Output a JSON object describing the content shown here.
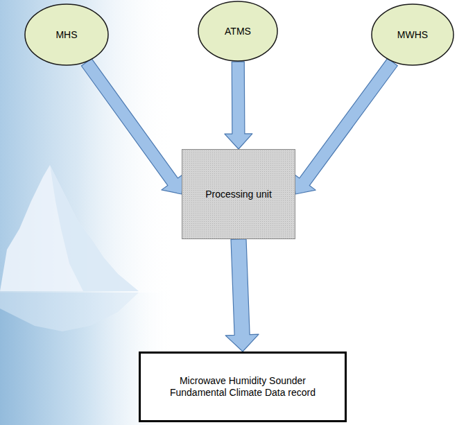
{
  "diagram": {
    "nodes": [
      {
        "text": [
          "MHS"
        ]
      },
      {
        "text": [
          "ATMS"
        ]
      },
      {
        "text": [
          "MWHS"
        ]
      },
      {
        "text": [
          "Processing unit"
        ]
      },
      {
        "text": [
          "Microwave Humidity Sounder Fundamental Climate Data record"
        ]
      }
    ],
    "edges": [
      {
        "from": 0,
        "to": 3,
        "arrow": "to"
      },
      {
        "from": 1,
        "to": 3,
        "arrow": "to"
      },
      {
        "from": 2,
        "to": 3,
        "arrow": "to"
      },
      {
        "from": 3,
        "to": 4,
        "arrow": "to"
      }
    ]
  }
}
